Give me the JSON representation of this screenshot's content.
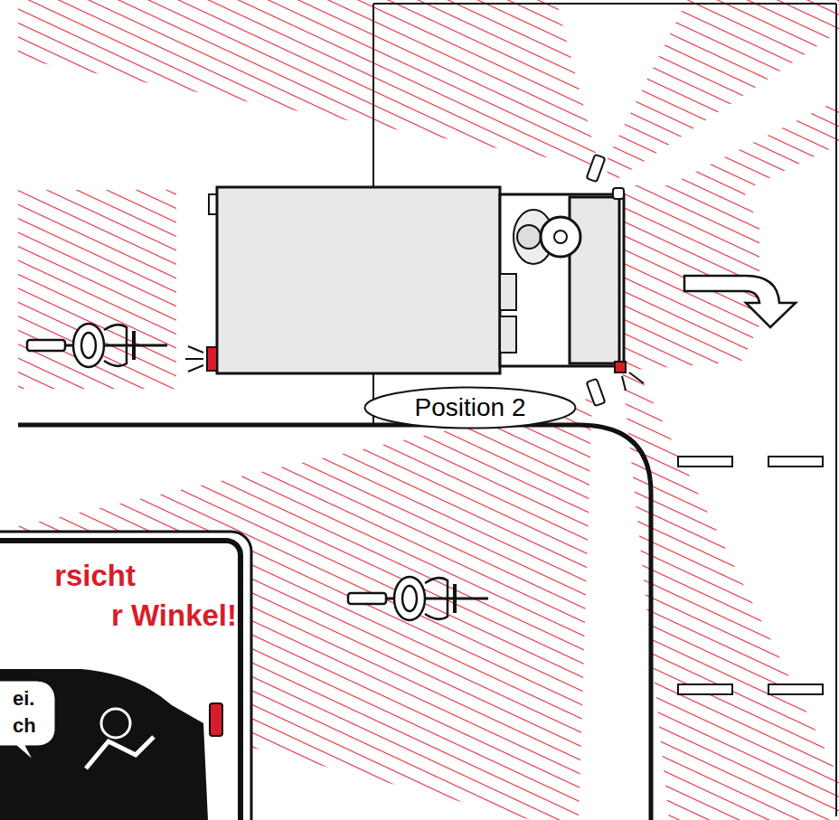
{
  "diagram": {
    "nodes": [
      {
        "text": [
          "Position 2"
        ]
      }
    ],
    "labels": [
      "rsicht",
      "r Winkel!",
      "ei.",
      "ch"
    ]
  }
}
